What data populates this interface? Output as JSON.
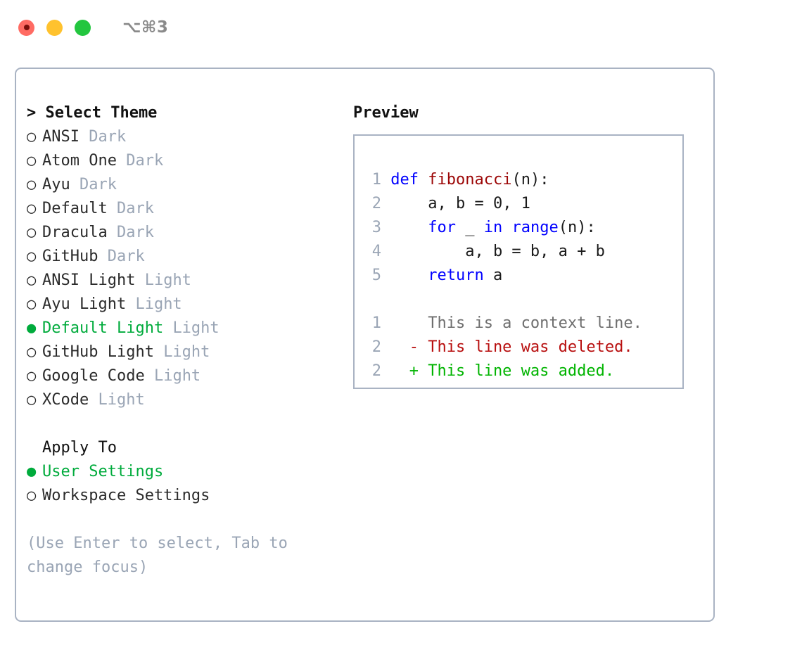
{
  "titlebar": {
    "shortcut": "⌥⌘3",
    "lights": [
      {
        "name": "close",
        "color": "#ff6b63"
      },
      {
        "name": "minimize",
        "color": "#ffc22e"
      },
      {
        "name": "maximize",
        "color": "#23c63f"
      }
    ]
  },
  "theme_list": {
    "header": "> Select Theme",
    "selected_marker": "●",
    "unselected_marker": "○",
    "items": [
      {
        "marker": "○",
        "name": "ANSI",
        "variant": "Dark",
        "selected": false
      },
      {
        "marker": "○",
        "name": "Atom One",
        "variant": "Dark",
        "selected": false
      },
      {
        "marker": "○",
        "name": "Ayu",
        "variant": "Dark",
        "selected": false
      },
      {
        "marker": "○",
        "name": "Default",
        "variant": "Dark",
        "selected": false
      },
      {
        "marker": "○",
        "name": "Dracula",
        "variant": "Dark",
        "selected": false
      },
      {
        "marker": "○",
        "name": "GitHub",
        "variant": "Dark",
        "selected": false
      },
      {
        "marker": "○",
        "name": "ANSI Light",
        "variant": "Light",
        "selected": false
      },
      {
        "marker": "○",
        "name": "Ayu Light",
        "variant": "Light",
        "selected": false
      },
      {
        "marker": "●",
        "name": "Default Light",
        "variant": "Light",
        "selected": true
      },
      {
        "marker": "○",
        "name": "GitHub Light",
        "variant": "Light",
        "selected": false
      },
      {
        "marker": "○",
        "name": "Google Code",
        "variant": "Light",
        "selected": false
      },
      {
        "marker": "○",
        "name": "XCode",
        "variant": "Light",
        "selected": false
      }
    ]
  },
  "apply_to": {
    "header": "Apply To",
    "options": [
      {
        "marker": "●",
        "label": "User Settings",
        "selected": true
      },
      {
        "marker": "○",
        "label": "Workspace Settings",
        "selected": false
      }
    ]
  },
  "hint": "(Use Enter to select, Tab to change focus)",
  "preview": {
    "title": "Preview",
    "code_lines": [
      {
        "num": "1",
        "tokens": [
          {
            "t": "def ",
            "c": "kw"
          },
          {
            "t": "fibonacci",
            "c": "fn"
          },
          {
            "t": "(n):",
            "c": "pl"
          }
        ]
      },
      {
        "num": "2",
        "tokens": [
          {
            "t": "    a, b = 0, 1",
            "c": "pl"
          }
        ]
      },
      {
        "num": "3",
        "tokens": [
          {
            "t": "    ",
            "c": "pl"
          },
          {
            "t": "for",
            "c": "kw"
          },
          {
            "t": " _ ",
            "c": "pl"
          },
          {
            "t": "in",
            "c": "kw"
          },
          {
            "t": " ",
            "c": "pl"
          },
          {
            "t": "range",
            "c": "kw"
          },
          {
            "t": "(n):",
            "c": "pl"
          }
        ]
      },
      {
        "num": "4",
        "tokens": [
          {
            "t": "        a, b = b, a + b",
            "c": "pl"
          }
        ]
      },
      {
        "num": "5",
        "tokens": [
          {
            "t": "    ",
            "c": "pl"
          },
          {
            "t": "return",
            "c": "kw"
          },
          {
            "t": " a",
            "c": "pl"
          }
        ]
      }
    ],
    "diff_lines": [
      {
        "num": "1",
        "sign": " ",
        "text": " This is a context line.",
        "kind": "ctx"
      },
      {
        "num": "2",
        "sign": "-",
        "text": " This line was deleted.",
        "kind": "del"
      },
      {
        "num": "2",
        "sign": "+",
        "text": " This line was added.",
        "kind": "add"
      }
    ]
  },
  "colors": {
    "accent_green": "#00ab3c",
    "border": "#a9b3c3",
    "muted": "#9aa5b5",
    "keyword_blue": "#0000ff",
    "function_red": "#9c0707",
    "diff_delete": "#b80f0f",
    "diff_add": "#00b400",
    "diff_context": "#6e6e6e"
  }
}
